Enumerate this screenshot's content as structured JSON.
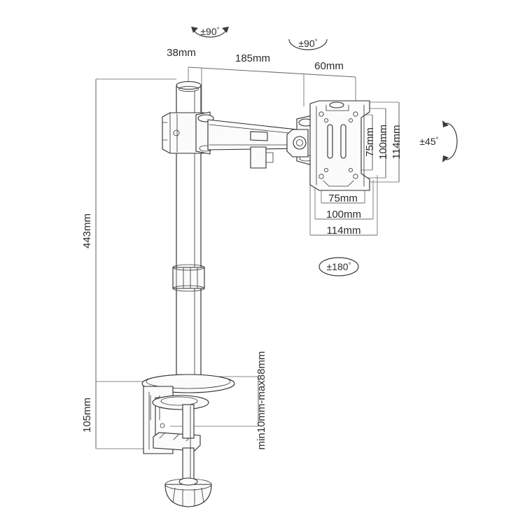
{
  "drawing": {
    "title": "Monitor desk mount dimension drawing",
    "units": "mm",
    "line_color": "#2d2d2d",
    "dimension_color": "#6b6b6b",
    "background": "#ffffff"
  },
  "dimensions": {
    "pole_diameter": "38mm",
    "arm_length": "185mm",
    "head_offset": "60mm",
    "total_height": "443mm",
    "clamp_height": "105mm",
    "desk_thickness": "min10mm-max88mm",
    "vesa_v_75": "75mm",
    "vesa_v_100": "100mm",
    "vesa_v_114": "114mm",
    "vesa_h_75": "75mm",
    "vesa_h_100": "100mm",
    "vesa_h_114": "114mm"
  },
  "angles": {
    "pole_swivel": "±90°",
    "arm_swivel": "±90°",
    "tilt": "±45°",
    "rotation": "±180°",
    "pole_swivel_value": "±90",
    "arm_swivel_value": "±90",
    "tilt_value": "±45",
    "rotation_value": "±180",
    "degree_symbol": "°"
  },
  "parts": {
    "pole": "vertical-pole",
    "arm": "horizontal-arm",
    "vesa_plate": "vesa-mounting-plate",
    "desk_clamp": "desk-clamp",
    "clamp_screw": "clamp-screw-knob",
    "collar": "pole-collar",
    "cable_clip": "cable-clip",
    "tilt_joint": "tilt-joint",
    "base_disc": "base-disc"
  }
}
